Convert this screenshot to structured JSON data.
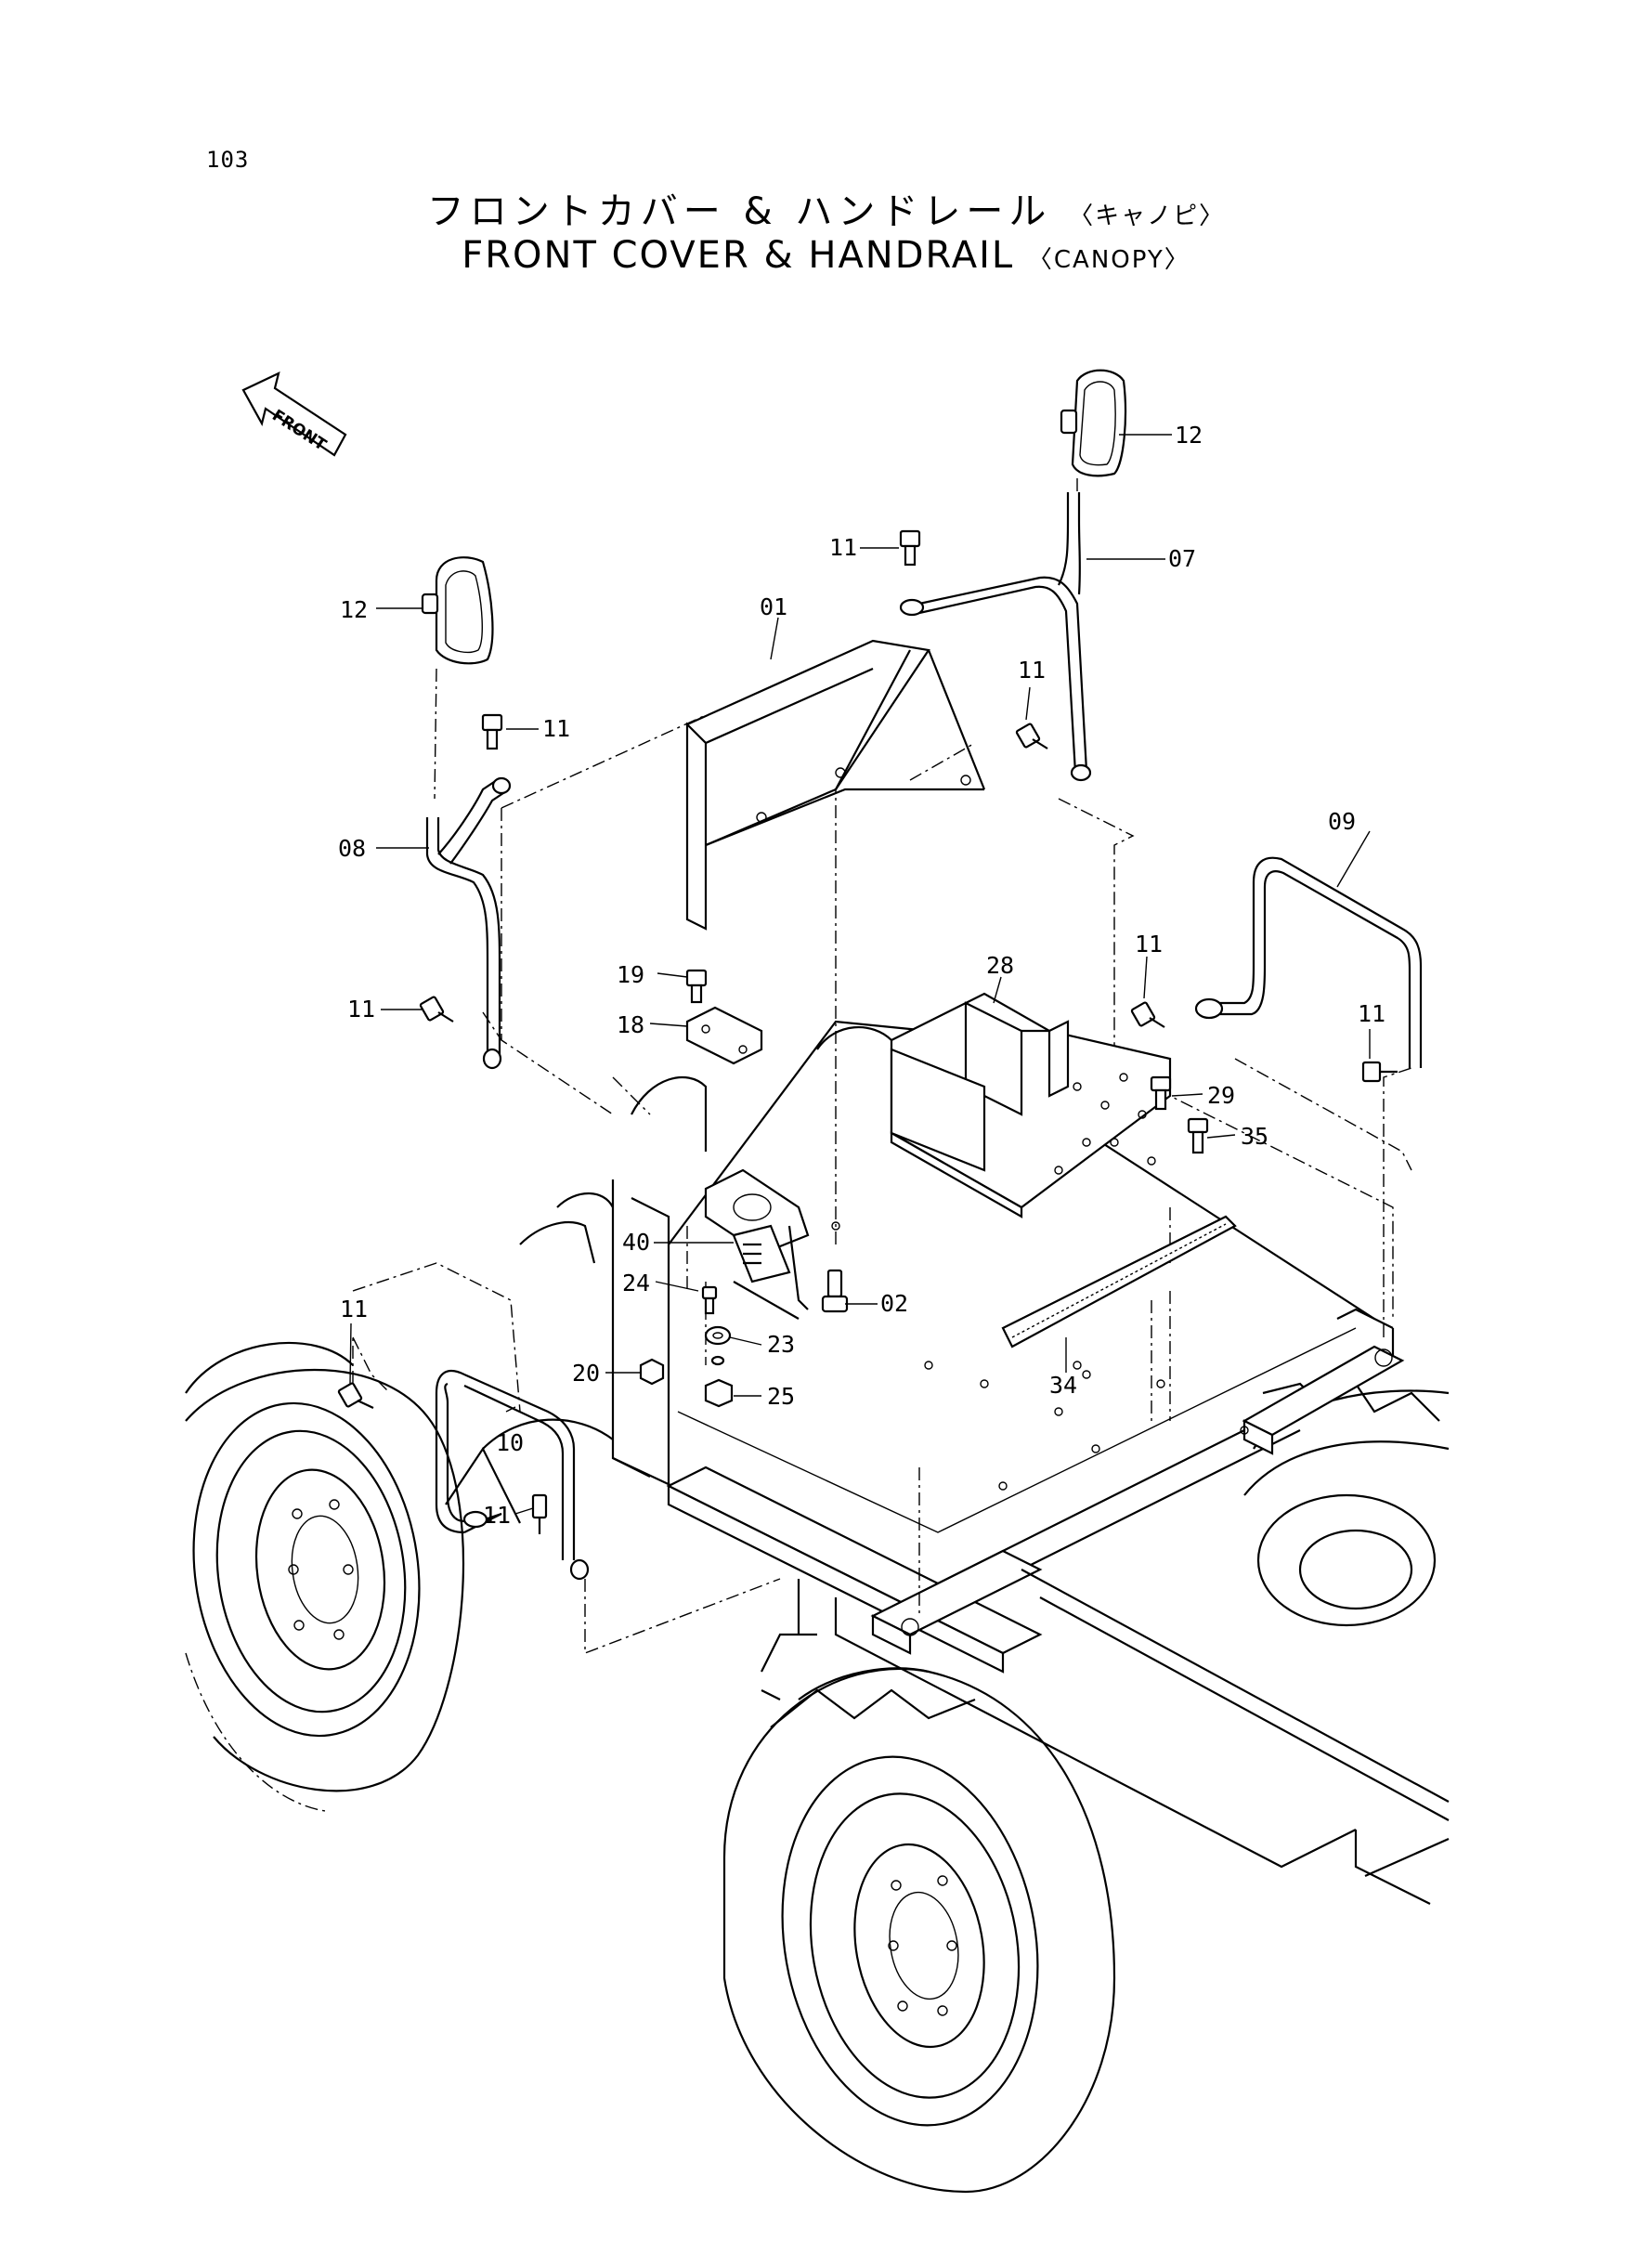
{
  "page": {
    "number": "103",
    "title_jp": "フロントカバー & ハンドレール",
    "title_jp_suffix": "〈キャノピ〉",
    "title_en": "FRONT  COVER  &  HANDRAIL",
    "title_en_suffix": "〈CANOPY〉"
  },
  "direction_marker": {
    "label": "FRONT",
    "icon": "front-arrow-icon"
  },
  "callouts": {
    "c01": "01",
    "c02": "02",
    "c07": "07",
    "c08": "08",
    "c09": "09",
    "c10": "10",
    "c11_a": "11",
    "c11_b": "11",
    "c11_c": "11",
    "c11_d": "11",
    "c11_e": "11",
    "c11_f": "11",
    "c11_g": "11",
    "c11_h": "11",
    "c12_left": "12",
    "c12_right": "12",
    "c18": "18",
    "c19": "19",
    "c20": "20",
    "c23": "23",
    "c24": "24",
    "c25": "25",
    "c28": "28",
    "c29": "29",
    "c34": "34",
    "c35": "35",
    "c40": "40"
  }
}
